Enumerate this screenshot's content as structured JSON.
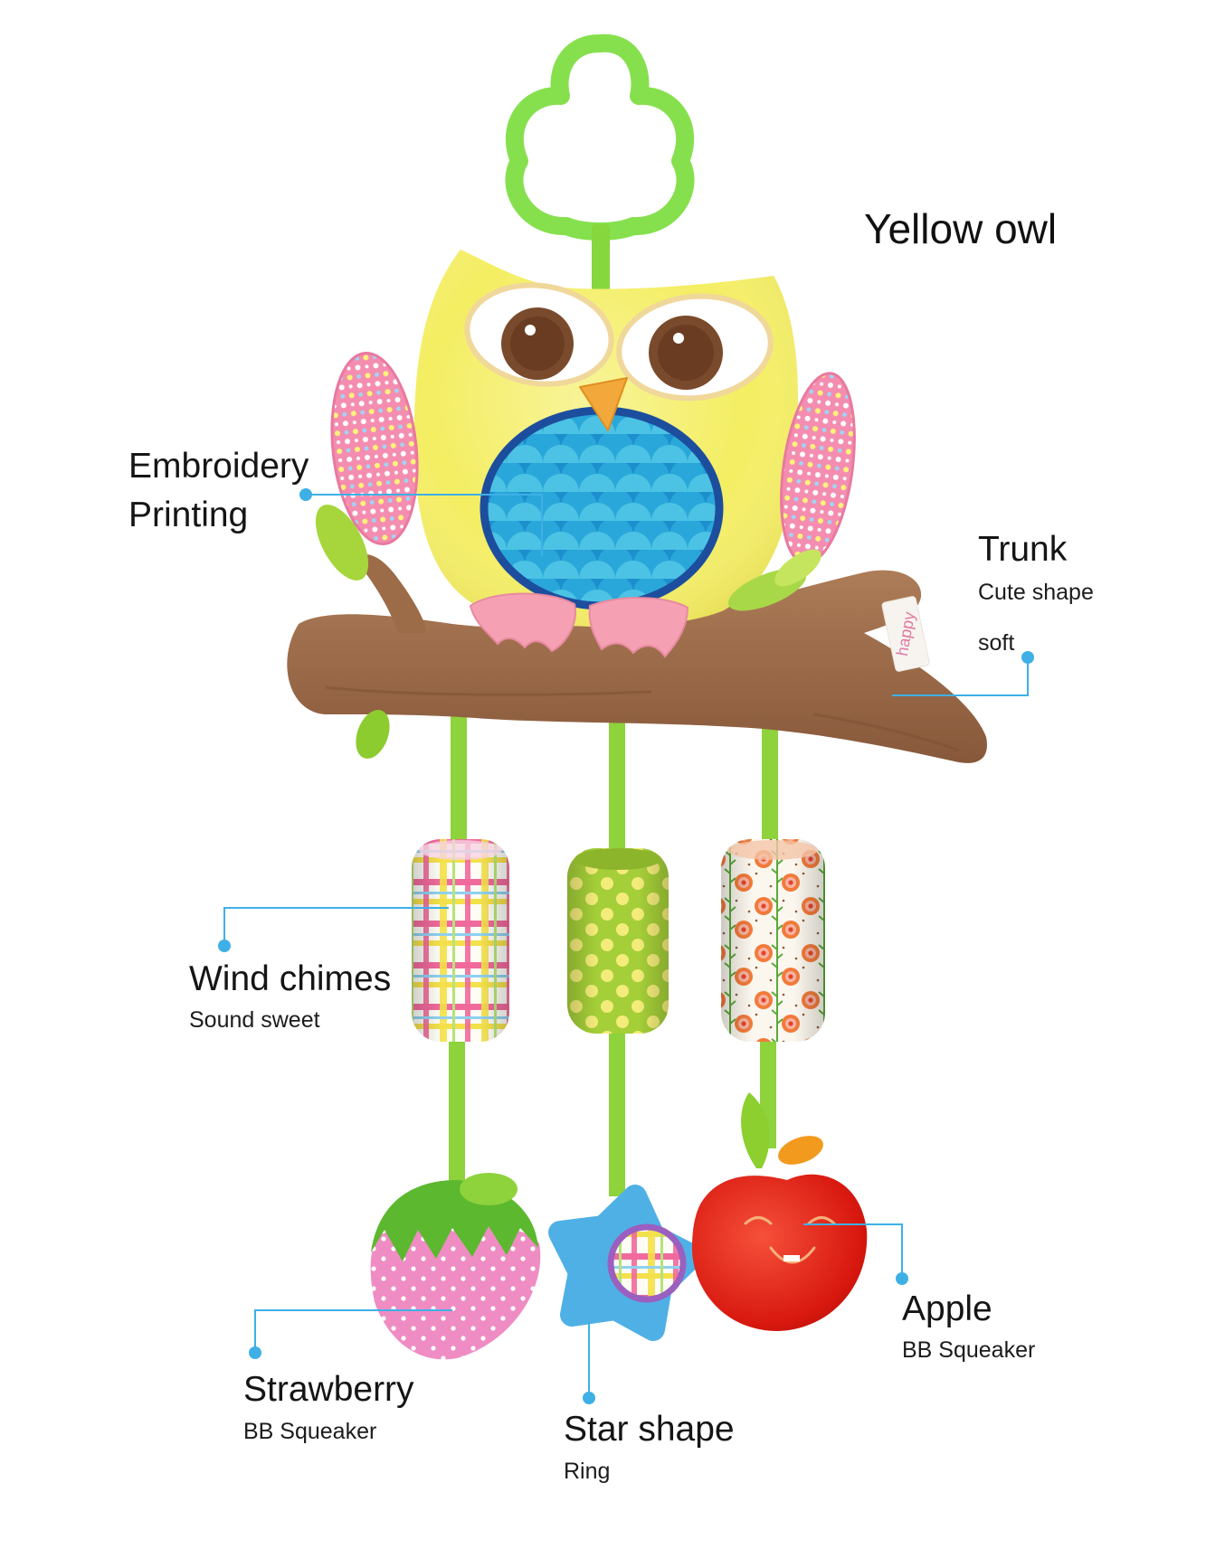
{
  "title": "Yellow owl",
  "tag_text": "happy",
  "labels": {
    "embroidery": {
      "line1": "Embroidery",
      "line2": "Printing"
    },
    "trunk": {
      "title": "Trunk",
      "line1": "Cute shape",
      "line2": "soft"
    },
    "wind_chimes": {
      "title": "Wind chimes",
      "subtitle": "Sound sweet"
    },
    "apple": {
      "title": "Apple",
      "subtitle": "BB Squeaker"
    },
    "strawberry": {
      "title": "Strawberry",
      "subtitle": "BB Squeaker"
    },
    "star_shape": {
      "title": "Star shape",
      "subtitle": "Ring"
    }
  },
  "colors": {
    "callout": "#3eb0e6",
    "background": "#ffffff",
    "owl_body": "#f4ee62",
    "ring": "#86e04e"
  }
}
